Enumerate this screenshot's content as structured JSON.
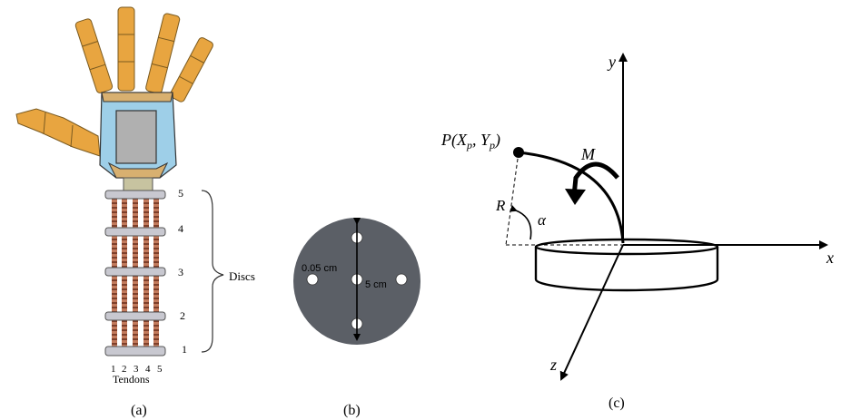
{
  "panel_a": {
    "caption": "(a)",
    "disc_numbers": [
      "1",
      "2",
      "3",
      "4",
      "5"
    ],
    "discs_label": "Discs",
    "tendon_numbers": [
      "1",
      "2",
      "3",
      "4",
      "5"
    ],
    "tendons_label": "Tendons"
  },
  "panel_b": {
    "caption": "(b)",
    "hole_label": "0.05 cm",
    "diameter_label": "5 cm"
  },
  "panel_c": {
    "caption": "(c)",
    "point_label": "P(X",
    "point_sub_x": "p",
    "point_mid": ", Y",
    "point_sub_y": "p",
    "point_close": ")",
    "moment_label": "M",
    "radius_label": "R",
    "angle_label": "α",
    "axis_x": "x",
    "axis_y": "y",
    "axis_z": "z"
  },
  "colors": {
    "finger_orange": "#e8a540",
    "palm_blue": "#9ecfe8",
    "palm_inner": "#b0b0b0",
    "disc_gray": "#c8c8d0",
    "spring_copper": "#b5654a",
    "circle_gray": "#5b5f66"
  }
}
